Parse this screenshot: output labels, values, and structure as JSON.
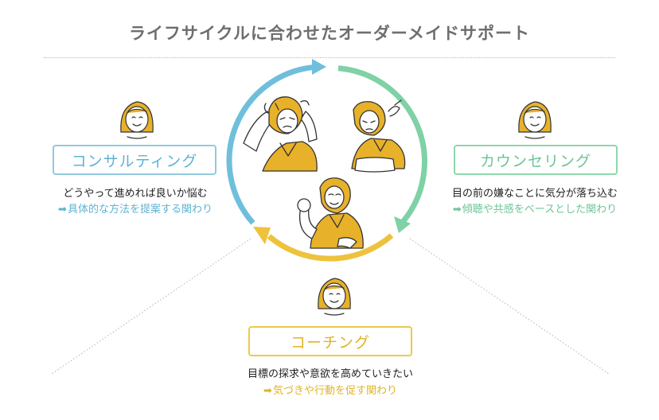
{
  "title": "ライフサイクルに合わせたオーダーメイドサポート",
  "arrow_glyph": "➡",
  "colors": {
    "consulting": "#6fbfdc",
    "counseling": "#7fd1a6",
    "coaching": "#eec23c",
    "hair": "#e8b12a",
    "shirt": "#e8b12a",
    "line": "#333333"
  },
  "sections": {
    "consulting": {
      "label": "コンサルティング",
      "problem": "どうやって進めれば良いか悩む",
      "solution": "具体的な方法を提案する関わり"
    },
    "counseling": {
      "label": "カウンセリング",
      "problem": "目の前の嫌なことに気分が落ち込む",
      "solution": "傾聴や共感をベースとした関わり"
    },
    "coaching": {
      "label": "コーチング",
      "problem": "目標の探求や意欲を高めていきたい",
      "solution": "気づきや行動を促す関わり"
    }
  }
}
